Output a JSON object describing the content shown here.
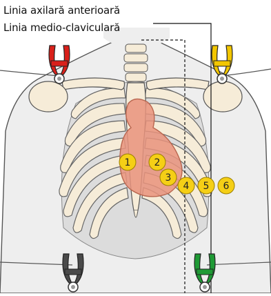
{
  "labels": {
    "line1": "Linia axilară anterioară",
    "line2": "Linia medio-claviculară"
  },
  "electrodes": [
    {
      "label": "1"
    },
    {
      "label": "2"
    },
    {
      "label": "3"
    },
    {
      "label": "4"
    },
    {
      "label": "5"
    },
    {
      "label": "6"
    }
  ],
  "colors": {
    "clamp_right_arm": "#d9201a",
    "clamp_left_arm": "#f2c600",
    "clamp_right_leg": "#4a4a4a",
    "clamp_left_leg": "#1f9a35",
    "electrode_fill": "#f5cf16",
    "heart": "#e9937d",
    "bone": "#f6ecd8",
    "skin": "#eeeeee"
  }
}
